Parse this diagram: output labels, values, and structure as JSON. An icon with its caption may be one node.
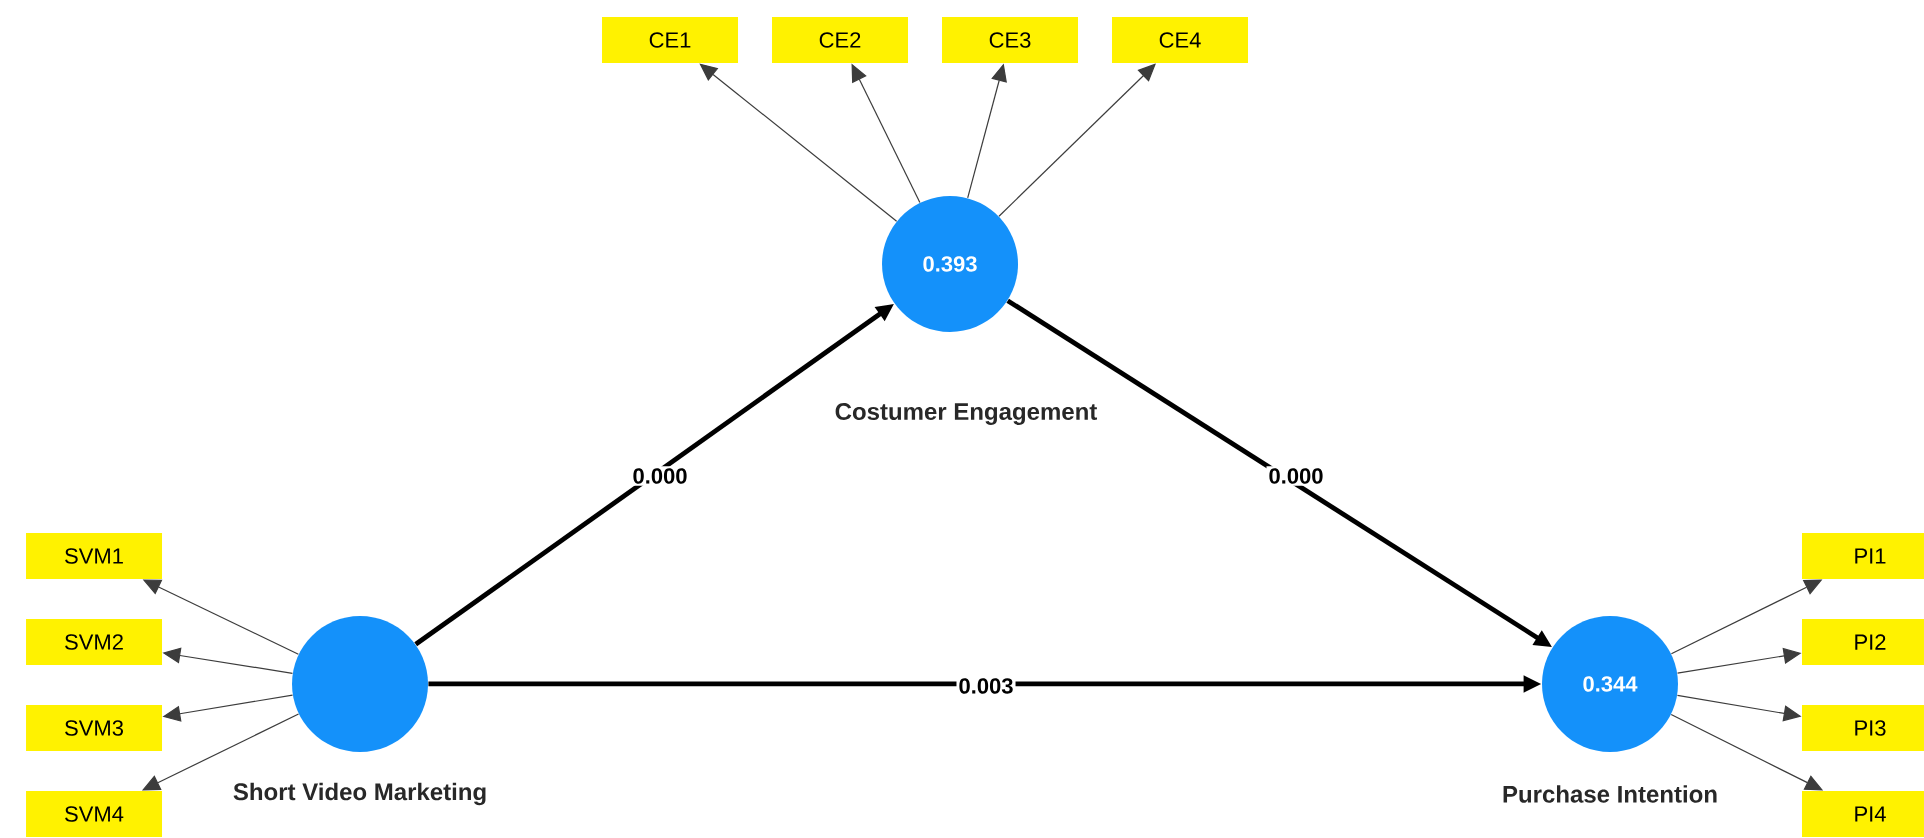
{
  "diagram": {
    "nodes": [
      {
        "text": [
          "CE1"
        ]
      },
      {
        "text": [
          "CE2"
        ]
      },
      {
        "text": [
          "CE3"
        ]
      },
      {
        "text": [
          "CE4"
        ]
      },
      {
        "text": [
          "0.393",
          "Costumer Engagement"
        ]
      },
      {
        "text": [
          "SVM1"
        ]
      },
      {
        "text": [
          "SVM2"
        ]
      },
      {
        "text": [
          "SVM3"
        ]
      },
      {
        "text": [
          "SVM4"
        ]
      },
      {
        "text": [
          "Short Video Marketing"
        ]
      },
      {
        "text": [
          "0.344",
          "Purchase Intention"
        ]
      },
      {
        "text": [
          "PI1"
        ]
      },
      {
        "text": [
          "PI2"
        ]
      },
      {
        "text": [
          "PI3"
        ]
      },
      {
        "text": [
          "PI4"
        ]
      }
    ],
    "edges": [
      {
        "from": 4,
        "to": 0,
        "arrow": "to"
      },
      {
        "from": 4,
        "to": 1,
        "arrow": "to"
      },
      {
        "from": 4,
        "to": 2,
        "arrow": "to"
      },
      {
        "from": 4,
        "to": 3,
        "arrow": "to"
      },
      {
        "from": 9,
        "to": 5,
        "arrow": "to"
      },
      {
        "from": 9,
        "to": 6,
        "arrow": "to"
      },
      {
        "from": 9,
        "to": 7,
        "arrow": "to"
      },
      {
        "from": 9,
        "to": 8,
        "arrow": "to"
      },
      {
        "from": 9,
        "to": 4,
        "arrow": "to",
        "label": "0.000",
        "style": "thick"
      },
      {
        "from": 4,
        "to": 10,
        "arrow": "to",
        "label": "0.000",
        "style": "thick"
      },
      {
        "from": 9,
        "to": 10,
        "arrow": "to",
        "label": "0.003",
        "style": "thick"
      },
      {
        "from": 10,
        "to": 11,
        "arrow": "to"
      },
      {
        "from": 10,
        "to": 12,
        "arrow": "to"
      },
      {
        "from": 10,
        "to": 13,
        "arrow": "to"
      },
      {
        "from": 10,
        "to": 14,
        "arrow": "to"
      }
    ]
  }
}
